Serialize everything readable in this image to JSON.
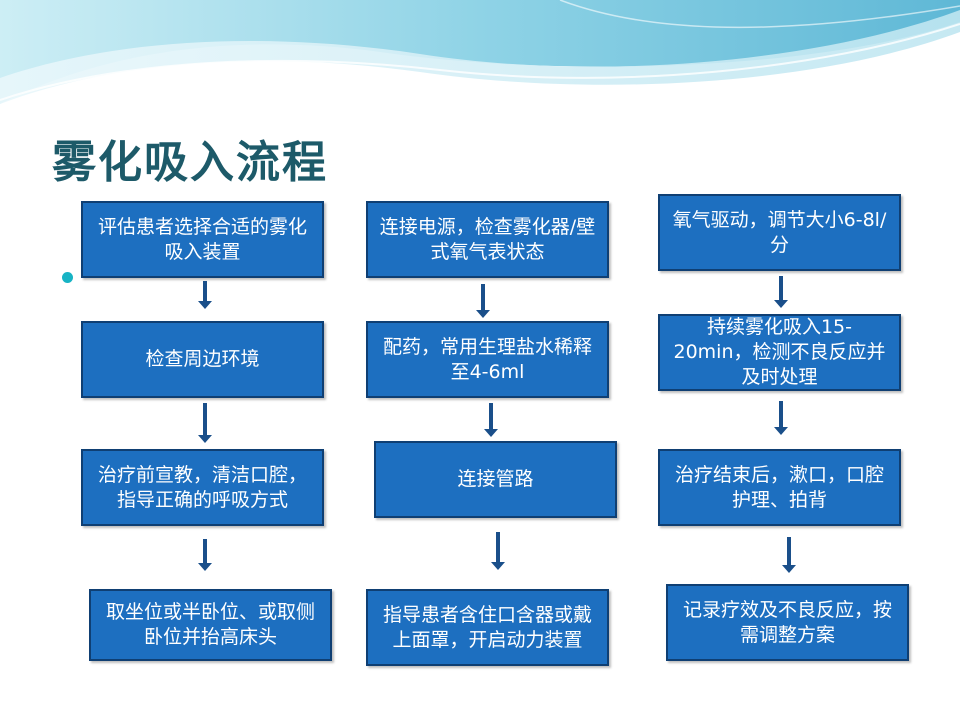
{
  "title": "雾化吸入流程",
  "columns": [
    {
      "steps": [
        "评估患者选择合适的雾化吸入装置",
        "检查周边环境",
        "治疗前宣教，清洁口腔，指导正确的呼吸方式",
        "取坐位或半卧位、或取侧卧位并抬高床头"
      ]
    },
    {
      "steps": [
        "连接电源，检查雾化器/壁式氧气表状态",
        "配药，常用生理盐水稀释至4-6ml",
        "连接管路",
        "指导患者含住口含器或戴上面罩，开启动力装置"
      ]
    },
    {
      "steps": [
        "氧气驱动，调节大小6-8l/分",
        "持续雾化吸入15-20min，检测不良反应并及时处理",
        "治疗结束后，漱口，口腔护理、拍背",
        "记录疗效及不良反应，按需调整方案"
      ]
    }
  ],
  "colors": {
    "box_fill": "#1d6fc0",
    "box_border": "#0f3f73",
    "title": "#1d5a69",
    "bullet": "#17b3c4",
    "arrow": "#1a4f8a"
  }
}
